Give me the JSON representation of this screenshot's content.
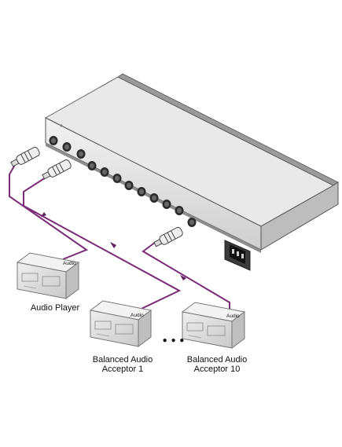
{
  "colors": {
    "cable": "#7b2a78",
    "device_body": "#dcdcdc",
    "device_top": "#eeeeee",
    "device_edge": "#555555",
    "connector": "#e8e8e8"
  },
  "devices": {
    "player": {
      "label": "Audio Player",
      "port_label": "Audio"
    },
    "acceptor_first": {
      "label_line1": "Balanced Audio",
      "label_line2": "Acceptor 1",
      "port_label": "Audio"
    },
    "acceptor_last": {
      "label_line1": "Balanced Audio",
      "label_line2": "Acceptor 10",
      "port_label": "Audio"
    }
  },
  "ellipsis": "●  ●  ●",
  "icons": [
    "power-inlet-icon",
    "xlr-connector-icon",
    "flow-arrow-icon"
  ]
}
